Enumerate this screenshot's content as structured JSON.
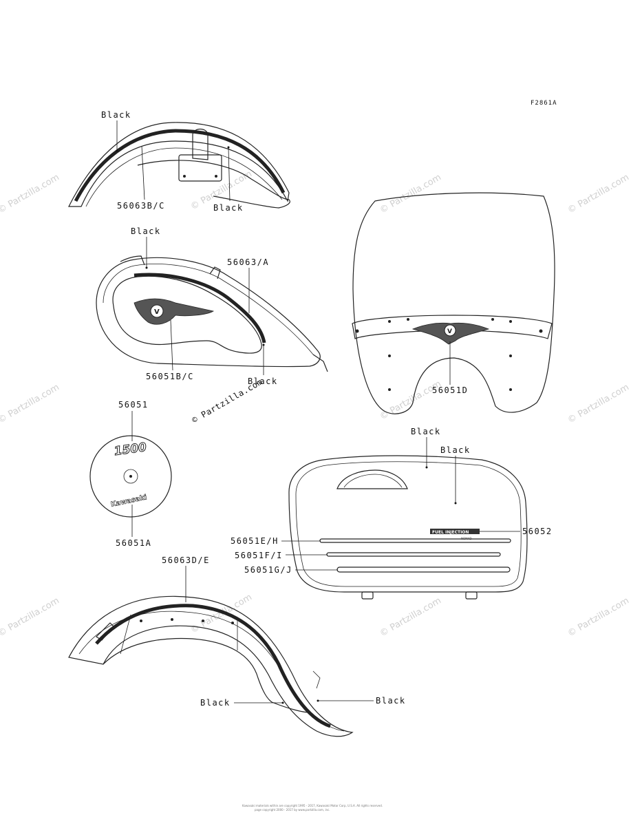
{
  "figure_code": "F2861A",
  "watermark": "© Partzilla.com",
  "footer": {
    "line1": "Kawasaki materials within are copyright 1995 - 2017, Kawasaki Motor Corp, U.S.A. All rights reserved.",
    "line2": "page copyright 2000 - 2017 by www.partzilla.com, inc."
  },
  "labels": {
    "front_fender_black": "Black",
    "front_fender_stripe": "56063B/C",
    "front_fender_black2": "Black",
    "tank_black": "Black",
    "tank_stripe": "56063/A",
    "tank_emblem": "56051B/C",
    "tank_black2": "Black",
    "cover_emblem": "56051",
    "cover_logo": "56051A",
    "windshield_emblem": "56051D",
    "saddlebag_black": "Black",
    "saddlebag_black2": "Black",
    "saddlebag_badge": "56052",
    "saddlebag_stripe1": "56051E/H",
    "saddlebag_stripe2": "56051F/I",
    "saddlebag_stripe3": "56051G/J",
    "rear_fender_stripe": "56063D/E",
    "rear_fender_black": "Black",
    "rear_fender_black2": "Black"
  },
  "decals": {
    "cover_number": "1500",
    "cover_brand": "Kawasaki",
    "badge_text": "FUEL INJECTION",
    "badge_sub": "NOMAD"
  }
}
